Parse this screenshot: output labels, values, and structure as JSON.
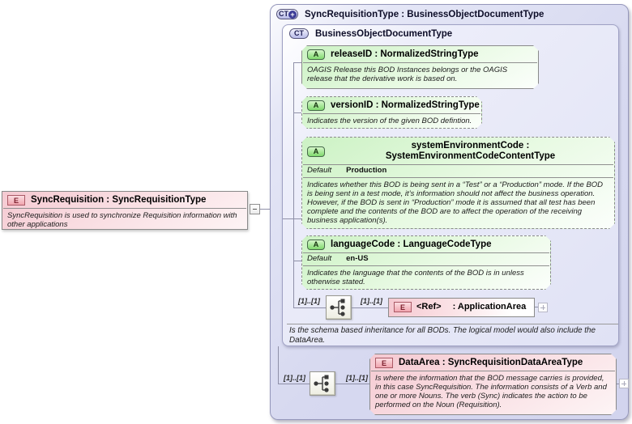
{
  "badges": {
    "element": "E",
    "attribute": "A",
    "complex_type": "CT",
    "extension_plus": "+"
  },
  "root": {
    "title": "SyncRequisition : SyncRequisitionType",
    "annotation": "SyncRequisition is used to synchronize Requisition information with other applications"
  },
  "outer_container": {
    "title": "SyncRequisitionType : BusinessObjectDocumentType"
  },
  "base_container": {
    "title": "BusinessObjectDocumentType",
    "footer": "Is the schema based inheritance for all BODs. The logical model would also include the DataArea.",
    "attributes": [
      {
        "title": "releaseID : NormalizedStringType",
        "annotation": "OAGIS Release this BOD Instances belongs or the OAGIS release that the derivative work is based on."
      },
      {
        "title": "versionID : NormalizedStringType",
        "annotation": "Indicates the version of the given BOD defintion."
      },
      {
        "title": "systemEnvironmentCode : SystemEnvironmentCodeContentType",
        "default_label": "Default",
        "default_value": "Production",
        "annotation": "Indicates whether this BOD is being sent in a “Test” or a “Production” mode. If the BOD is being sent in a test mode, it’s information should not affect the business operation. However, if the BOD is sent in “Production” mode it is assumed that all test has been complete and the contents of the BOD are to affect the operation of the receiving business application(s)."
      },
      {
        "title": "languageCode : LanguageCodeType",
        "default_label": "Default",
        "default_value": "en-US",
        "annotation": "Indicates the language that the contents of the BOD is in unless otherwise stated."
      }
    ]
  },
  "application_area": {
    "cardinality_before": "[1]..[1]",
    "cardinality_after": "[1]..[1]",
    "ref_label": "<Ref>",
    "type_label": ": ApplicationArea"
  },
  "data_area": {
    "cardinality_before": "[1]..[1]",
    "cardinality_after": "[1]..[1]",
    "title": "DataArea : SyncRequisitionDataAreaType",
    "annotation": "Is where the information that the BOD message carries is provided, in this case SyncRequisition. The information consists of a Verb and one or more Nouns. The verb (Sync) indicates the action to be performed on the Noun (Requisition)."
  },
  "colors": {
    "attribute_fill": "#ccf2c4",
    "element_fill": "#f5c9d1",
    "container_fill": "#d7d9f0",
    "base_container_fill": "#e6e8f7",
    "box_border": "#8a8a8a",
    "connector": "#8f90a8"
  }
}
